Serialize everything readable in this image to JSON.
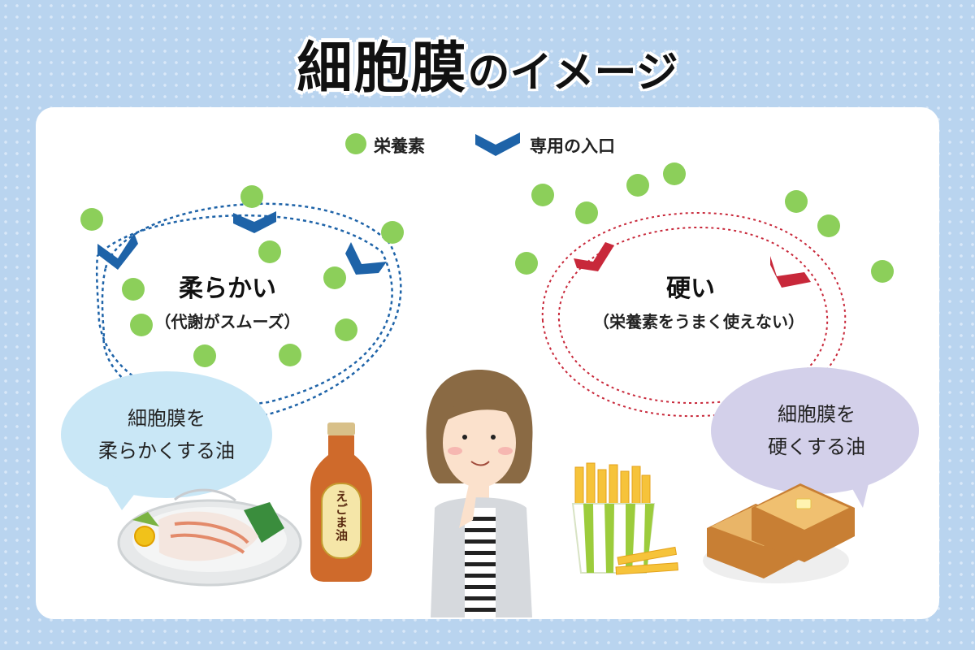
{
  "title": {
    "main": "細胞膜",
    "sub": "のイメージ"
  },
  "legend": {
    "nutrient": "栄養素",
    "entrance": "専用の入口"
  },
  "soft": {
    "title": "柔らかい",
    "subtitle": "（代謝がスムーズ）"
  },
  "hard": {
    "title": "硬い",
    "subtitle": "（栄養素をうまく使えない）"
  },
  "bubble_left": {
    "line1": "細胞膜を",
    "line2": "柔らかくする油"
  },
  "bubble_right": {
    "line1": "細胞膜を",
    "line2": "硬くする油"
  },
  "bottle_label": "えごま油",
  "colors": {
    "background": "#b9d4ef",
    "nutrient": "#8ccf5a",
    "soft_membrane": "#1e63a8",
    "hard_membrane": "#c8283a",
    "bubble_left": "#c9e7f6",
    "bubble_right": "#d3d0ea"
  }
}
